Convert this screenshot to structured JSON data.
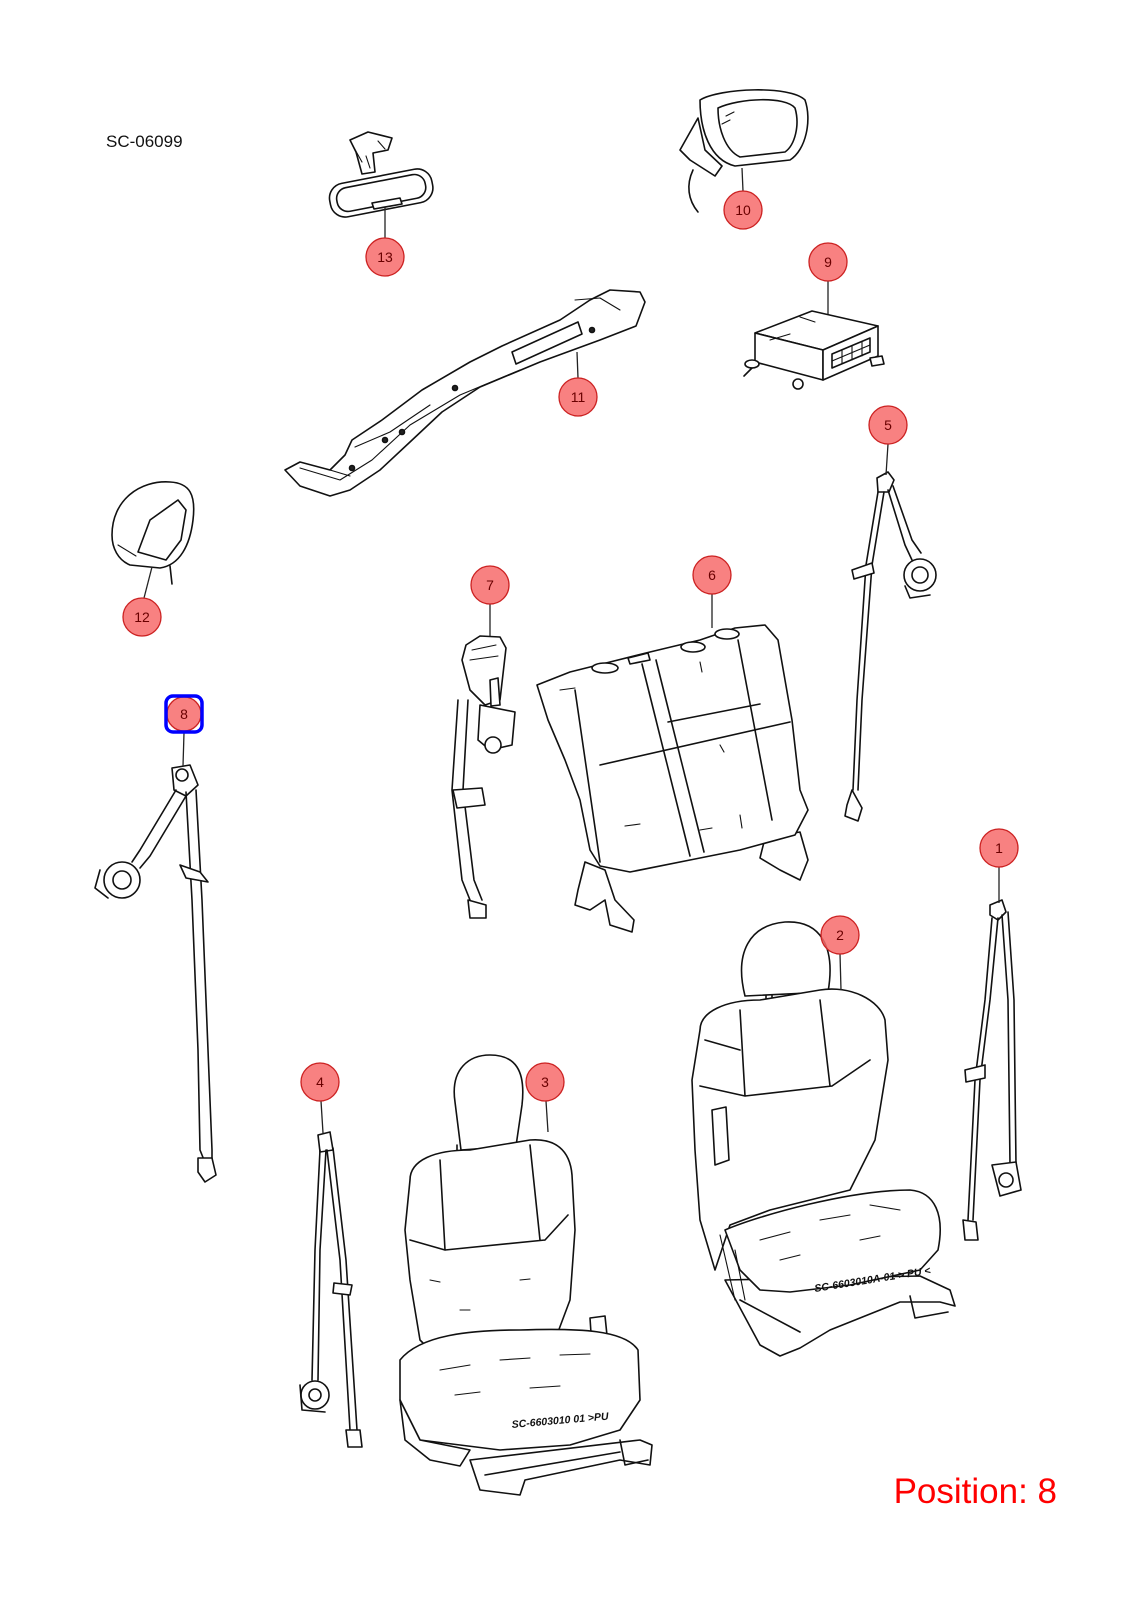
{
  "diagram": {
    "id_label": "SC-06099",
    "position_label": "Position: 8",
    "seat_codes": [
      "SC-6603010 01 >PU",
      "SC-6603010A-01 > PU <"
    ]
  },
  "callouts": [
    {
      "label": "1"
    },
    {
      "label": "2"
    },
    {
      "label": "3"
    },
    {
      "label": "4"
    },
    {
      "label": "5"
    },
    {
      "label": "6"
    },
    {
      "label": "7"
    },
    {
      "label": "8"
    },
    {
      "label": "9"
    },
    {
      "label": "10"
    },
    {
      "label": "11"
    },
    {
      "label": "12"
    },
    {
      "label": "13"
    }
  ],
  "colors": {
    "callout_fill": "#f76b6b",
    "callout_stroke": "#cc2222",
    "selected_outline": "#0000ff",
    "position_text": "#ff0000"
  }
}
